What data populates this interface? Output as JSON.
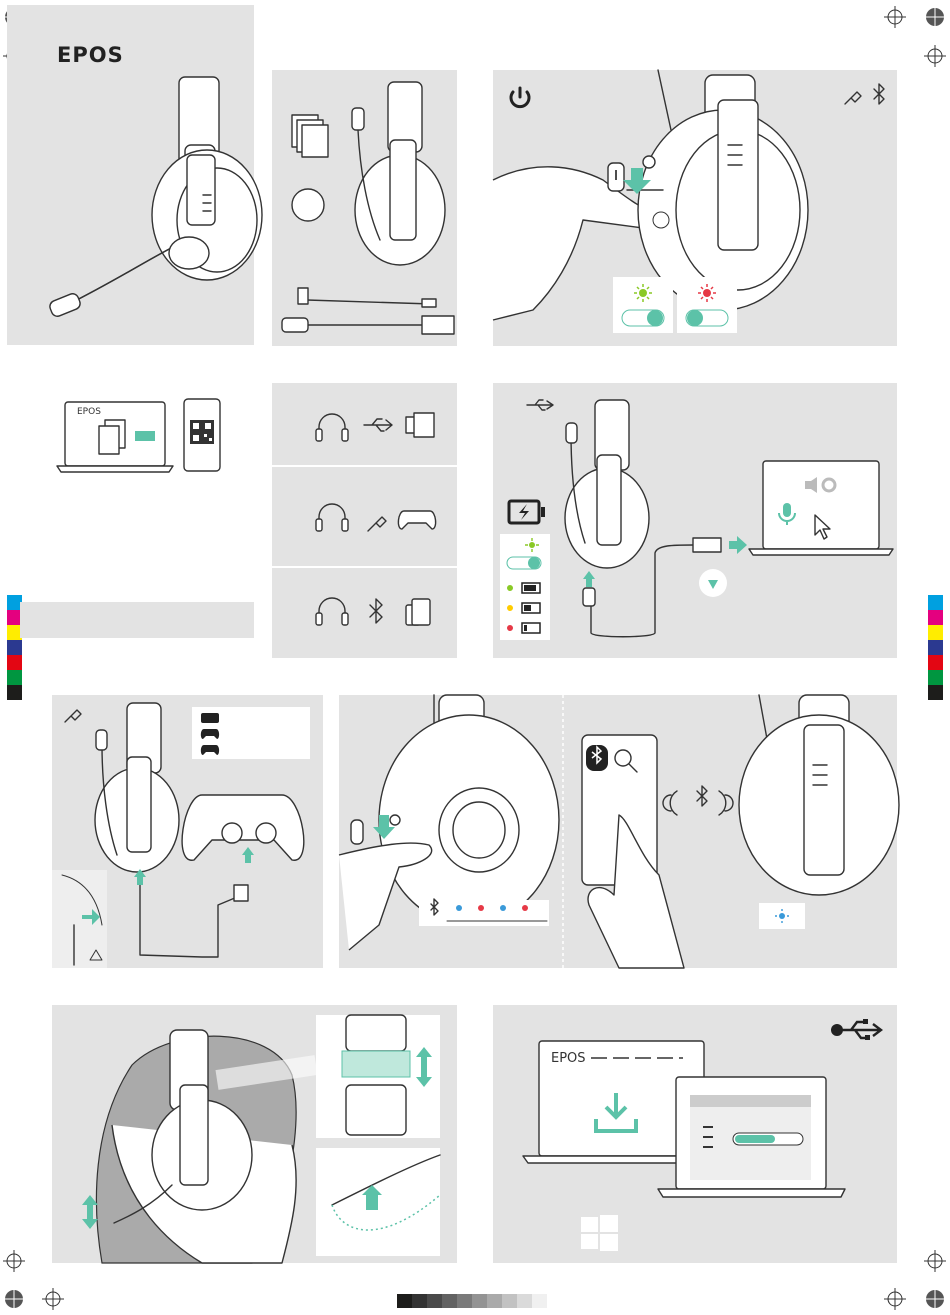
{
  "brand": {
    "logo_text": "EPOS"
  },
  "laptop_screen": {
    "brand_text": "EPOS"
  },
  "download_screen": {
    "brand_text": "EPOS"
  },
  "colors": {
    "panel_bg": "#e3e3e3",
    "accent_teal": "#5cc2a8",
    "led_green": "#8ac926",
    "led_red": "#e63946",
    "led_yellow": "#ffcc00",
    "led_blue": "#3a9ad9",
    "outline": "#333333"
  },
  "icons": [
    "power-icon",
    "analog-cable-icon",
    "bluetooth-icon",
    "usb-icon",
    "headset-icon",
    "pc-icon",
    "gamepad-icon",
    "mobile-devices-icon",
    "battery-charging-icon",
    "microphone-icon",
    "speaker-icon",
    "gear-icon",
    "cursor-icon",
    "search-icon",
    "download-icon",
    "windows-icon",
    "qr-code-icon",
    "warning-icon",
    "timer-icon",
    "adjust-arrow-icon"
  ],
  "color_bar": [
    "#00a0e0",
    "#e4007f",
    "#ffed00",
    "#2b3990",
    "#e30613",
    "#009640",
    "#1d1d1b"
  ],
  "gray_bar": [
    "#1d1d1b",
    "#333333",
    "#4a4a4a",
    "#626262",
    "#7a7a7a",
    "#939393",
    "#aaaaaa",
    "#c2c2c2",
    "#dadada",
    "#f0f0f0"
  ]
}
